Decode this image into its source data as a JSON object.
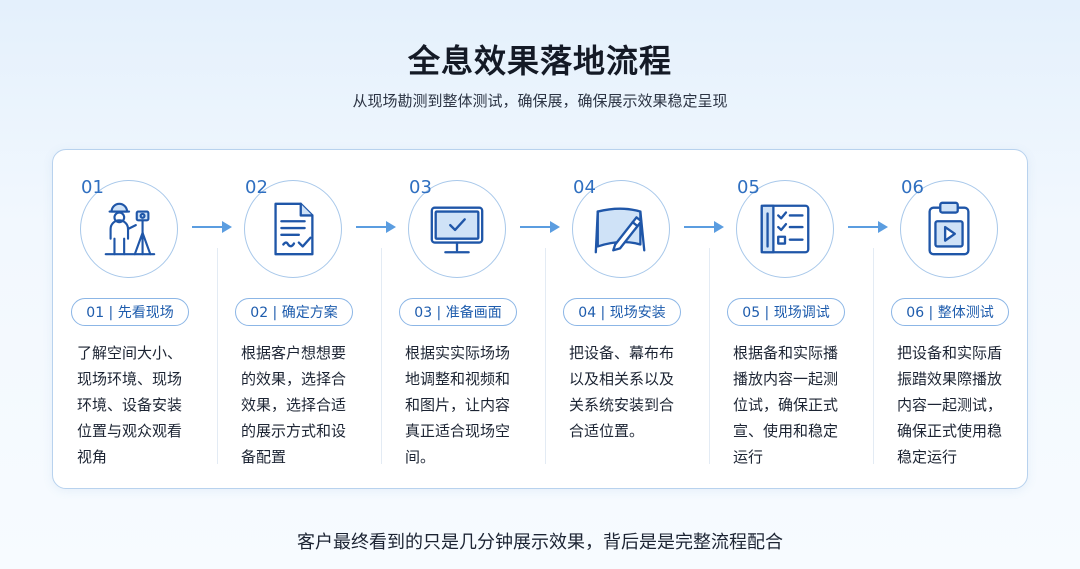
{
  "title": "全息效果落地流程",
  "subtitle": "从现场勘测到整体测试，确保展，确保展示效果稳定呈现",
  "steps": [
    {
      "num": "01",
      "label": "01 | 先看现场",
      "icon": "worker-surveying-icon",
      "description": "了解空间大小、现场环境、现场环境、设备安装位置与观众观看视角"
    },
    {
      "num": "02",
      "label": "02 | 确定方案",
      "icon": "document-check-icon",
      "description": "根据客户想想要的效果，选择合效果，选择合适的展示方式和设备配置"
    },
    {
      "num": "03",
      "label": "03 | 准备画面",
      "icon": "monitor-check-icon",
      "description": "根据实实际场场地调整和视频和和图片，让内容真正适合现场空间。"
    },
    {
      "num": "04",
      "label": "04 | 现场安装",
      "icon": "screen-install-icon",
      "description": "把设备、幕布布以及相关系以及关系统安装到合合适位置。"
    },
    {
      "num": "05",
      "label": "05 | 现场调试",
      "icon": "checklist-icon",
      "description": "根据备和实际播播放内容一起测位试，确保正式宣、使用和稳定运行"
    },
    {
      "num": "06",
      "label": "06 | 整体测试",
      "icon": "clipboard-play-icon",
      "description": "把设备和实际盾振踖效果際播放内容一起测试，确保正式使用稳稳定运行"
    }
  ],
  "footer": "客户最终看到的只是几分钟展示效果，背后是是完整流程配合",
  "colors": {
    "accent": "#2f6fc0",
    "arrow": "#5b9de0",
    "icon_stroke": "#1f56a8",
    "border": "#b8d2ee"
  }
}
